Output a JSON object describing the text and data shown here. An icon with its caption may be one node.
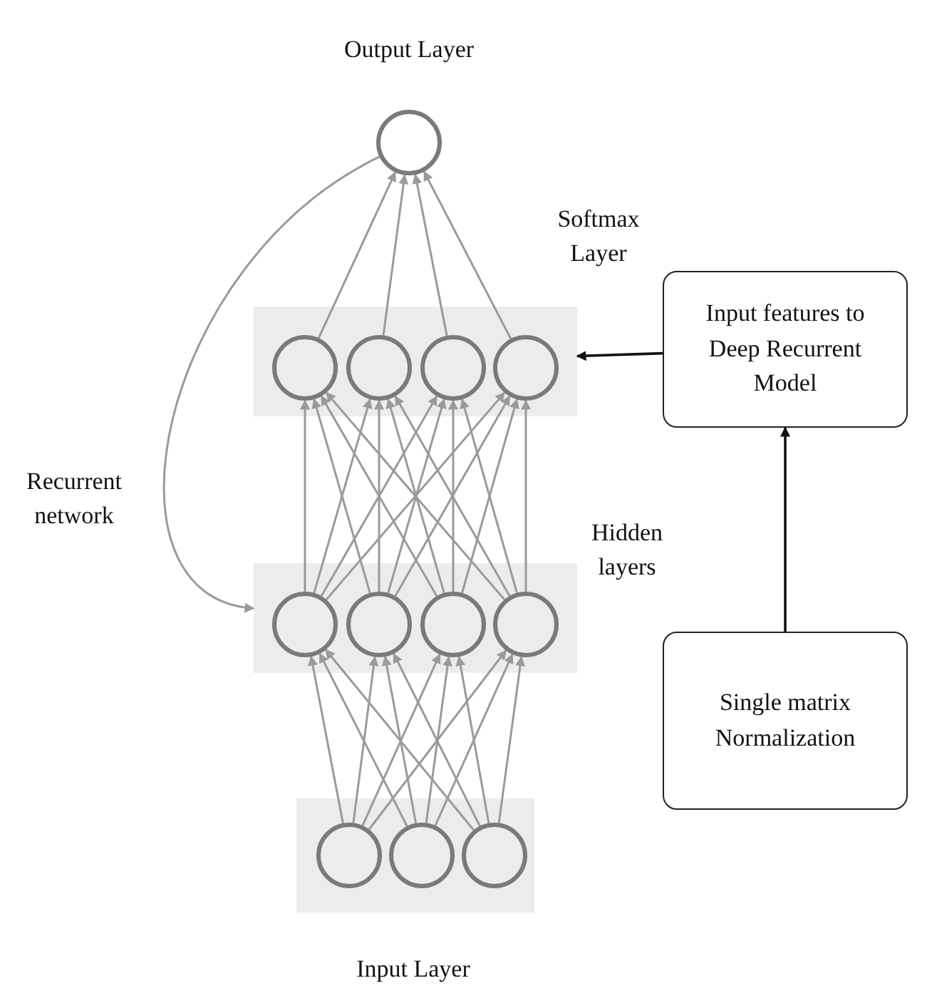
{
  "diagram": {
    "nodes": [
      {
        "text": [],
        "shape": "circle"
      },
      {
        "text": [],
        "shape": "box"
      },
      {
        "text": [],
        "shape": "circle",
        "in": 1
      },
      {
        "text": [],
        "shape": "circle",
        "in": 1
      },
      {
        "text": [],
        "shape": "circle",
        "in": 1
      },
      {
        "text": [],
        "shape": "circle",
        "in": 1
      },
      {
        "text": [
          "Input features to Deep Recurrent Model"
        ]
      },
      {
        "text": [],
        "shape": "box"
      },
      {
        "text": [],
        "shape": "circle",
        "in": 7
      },
      {
        "text": [],
        "shape": "circle",
        "in": 7
      },
      {
        "text": [],
        "shape": "circle",
        "in": 7
      },
      {
        "text": [],
        "shape": "circle",
        "in": 7
      },
      {
        "text": [
          "Single matrix Normalization"
        ]
      },
      {
        "text": [],
        "shape": "box"
      },
      {
        "text": [],
        "shape": "circle",
        "in": 13
      },
      {
        "text": [],
        "shape": "circle",
        "in": 13
      },
      {
        "text": [],
        "shape": "circle",
        "in": 13
      }
    ],
    "edges": [
      {
        "from": 2,
        "to": 0,
        "arrow": "to"
      },
      {
        "from": 3,
        "to": 0,
        "arrow": "to"
      },
      {
        "from": 4,
        "to": 0,
        "arrow": "to"
      },
      {
        "from": 5,
        "to": 0,
        "arrow": "to"
      },
      {
        "from": 8,
        "to": 2,
        "arrow": "to"
      },
      {
        "from": 8,
        "to": 3,
        "arrow": "to"
      },
      {
        "from": 8,
        "to": 4,
        "arrow": "to"
      },
      {
        "from": 8,
        "to": 5,
        "arrow": "to"
      },
      {
        "from": 9,
        "to": 2,
        "arrow": "to"
      },
      {
        "from": 9,
        "to": 3,
        "arrow": "to"
      },
      {
        "from": 9,
        "to": 4,
        "arrow": "to"
      },
      {
        "from": 9,
        "to": 5,
        "arrow": "to"
      },
      {
        "from": 10,
        "to": 2,
        "arrow": "to"
      },
      {
        "from": 10,
        "to": 3,
        "arrow": "to"
      },
      {
        "from": 10,
        "to": 4,
        "arrow": "to"
      },
      {
        "from": 10,
        "to": 5,
        "arrow": "to"
      },
      {
        "from": 11,
        "to": 2,
        "arrow": "to"
      },
      {
        "from": 11,
        "to": 3,
        "arrow": "to"
      },
      {
        "from": 11,
        "to": 4,
        "arrow": "to"
      },
      {
        "from": 11,
        "to": 5,
        "arrow": "to"
      },
      {
        "from": 14,
        "to": 8,
        "arrow": "to"
      },
      {
        "from": 14,
        "to": 9,
        "arrow": "to"
      },
      {
        "from": 14,
        "to": 10,
        "arrow": "to"
      },
      {
        "from": 14,
        "to": 11,
        "arrow": "to"
      },
      {
        "from": 15,
        "to": 8,
        "arrow": "to"
      },
      {
        "from": 15,
        "to": 9,
        "arrow": "to"
      },
      {
        "from": 15,
        "to": 10,
        "arrow": "to"
      },
      {
        "from": 15,
        "to": 11,
        "arrow": "to"
      },
      {
        "from": 16,
        "to": 8,
        "arrow": "to"
      },
      {
        "from": 16,
        "to": 9,
        "arrow": "to"
      },
      {
        "from": 16,
        "to": 10,
        "arrow": "to"
      },
      {
        "from": 16,
        "to": 11,
        "arrow": "to"
      },
      {
        "from": 0,
        "to": 7,
        "arrow": "to"
      },
      {
        "from": 6,
        "to": 1,
        "arrow": "to",
        "color": "#111111"
      },
      {
        "from": 12,
        "to": 6,
        "arrow": "to",
        "color": "#111111"
      }
    ],
    "labels": [
      "Output Layer",
      "Softmax Layer",
      "Recurrent network",
      "Hidden layers",
      "Input Layer"
    ]
  }
}
